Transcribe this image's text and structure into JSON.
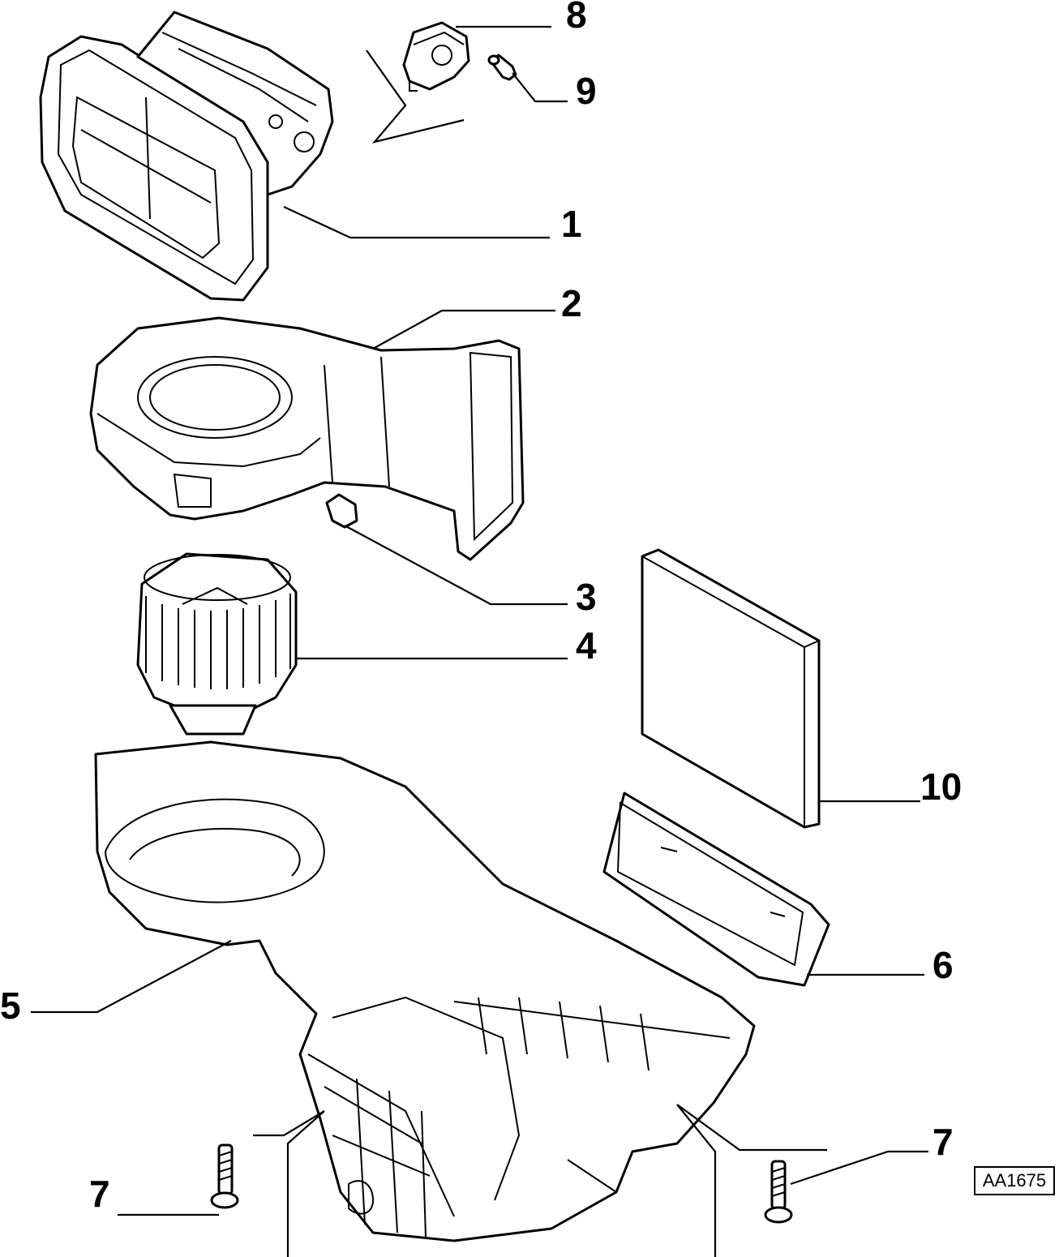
{
  "callouts": {
    "c1": "1",
    "c2": "2",
    "c3": "3",
    "c4": "4",
    "c5": "5",
    "c6": "6",
    "c7a": "7",
    "c7b": "7",
    "c8": "8",
    "c9": "9",
    "c10": "10"
  },
  "drawing_code": "AA1675"
}
